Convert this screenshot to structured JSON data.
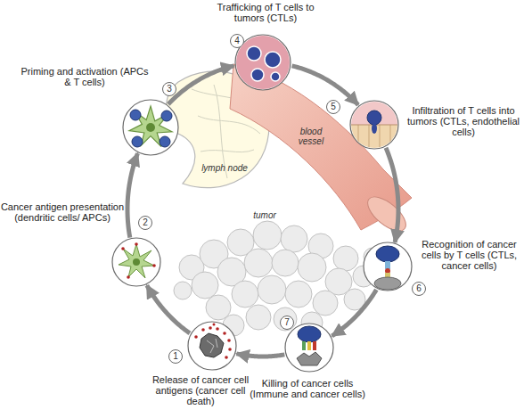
{
  "diagram": {
    "nodes": [
      {
        "text": [
          "1",
          "Release of cancer cell antigens (cancer cell death)"
        ]
      },
      {
        "text": [
          "2",
          "Cancer antigen presentation (dendritic cells/ APCs)"
        ]
      },
      {
        "text": [
          "3",
          "Priming and activation (APCs & T cells)"
        ]
      },
      {
        "text": [
          "4",
          "Trafficking of T cells to tumors (CTLs)"
        ]
      },
      {
        "text": [
          "5",
          "Infiltration of T cells into tumors (CTLs, endothelial cells)"
        ]
      },
      {
        "text": [
          "6",
          "Recognition of cancer cells by T cells (CTLs, cancer cells)"
        ]
      },
      {
        "text": [
          "7",
          "Killing of cancer cells (Immune and cancer cells)"
        ]
      }
    ],
    "edges": [
      {
        "from": 0,
        "to": 1,
        "arrow": "to"
      },
      {
        "from": 1,
        "to": 2,
        "arrow": "to"
      },
      {
        "from": 2,
        "to": 3,
        "arrow": "to"
      },
      {
        "from": 3,
        "to": 4,
        "arrow": "to"
      },
      {
        "from": 4,
        "to": 5,
        "arrow": "to"
      },
      {
        "from": 5,
        "to": 6,
        "arrow": "to"
      },
      {
        "from": 6,
        "to": 0,
        "arrow": "to"
      }
    ],
    "labels": [
      "lymph node",
      "blood vessel",
      "tumor"
    ]
  }
}
